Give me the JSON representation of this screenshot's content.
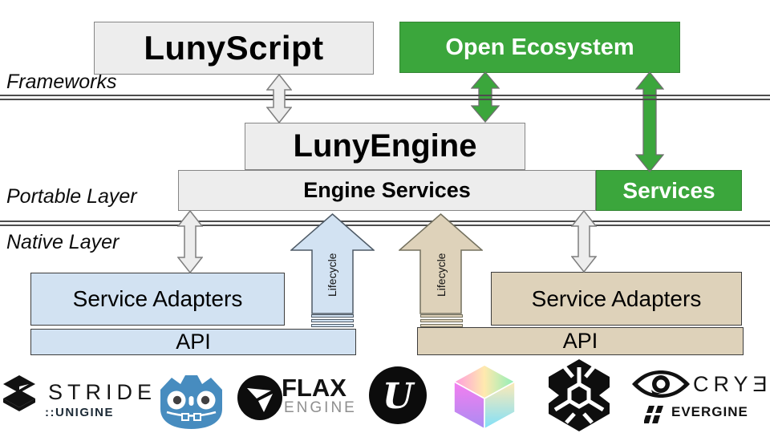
{
  "layer_labels": {
    "frameworks": "Frameworks",
    "portable": "Portable Layer",
    "native": "Native Layer"
  },
  "boxes": {
    "lunyscript": "LunyScript",
    "open_ecosystem": "Open Ecosystem",
    "lunyengine": "LunyEngine",
    "engine_services": "Engine Services",
    "services": "Services",
    "service_adapters_left": "Service Adapters",
    "service_adapters_right": "Service Adapters",
    "api_left": "API",
    "api_right": "API"
  },
  "arrows": {
    "lifecycle_left_label": "Lifecycle",
    "lifecycle_right_label": "Lifecycle"
  },
  "logos": {
    "stride_label": "STRIDE",
    "unigine_label": "::UNIGINE",
    "flax_label": "FLAX",
    "flax_sublabel": "ENGINE",
    "unreal_letter": "U",
    "cryengine_label": "CRYƎN",
    "evergine_label": "EVERGINE"
  },
  "colors": {
    "green": "#3ba63c",
    "panel_gray": "#ededed",
    "light_blue": "#d2e2f2",
    "tan": "#ded2ba",
    "separator": "#4d4d4d",
    "godot_blue": "#478cbf"
  }
}
